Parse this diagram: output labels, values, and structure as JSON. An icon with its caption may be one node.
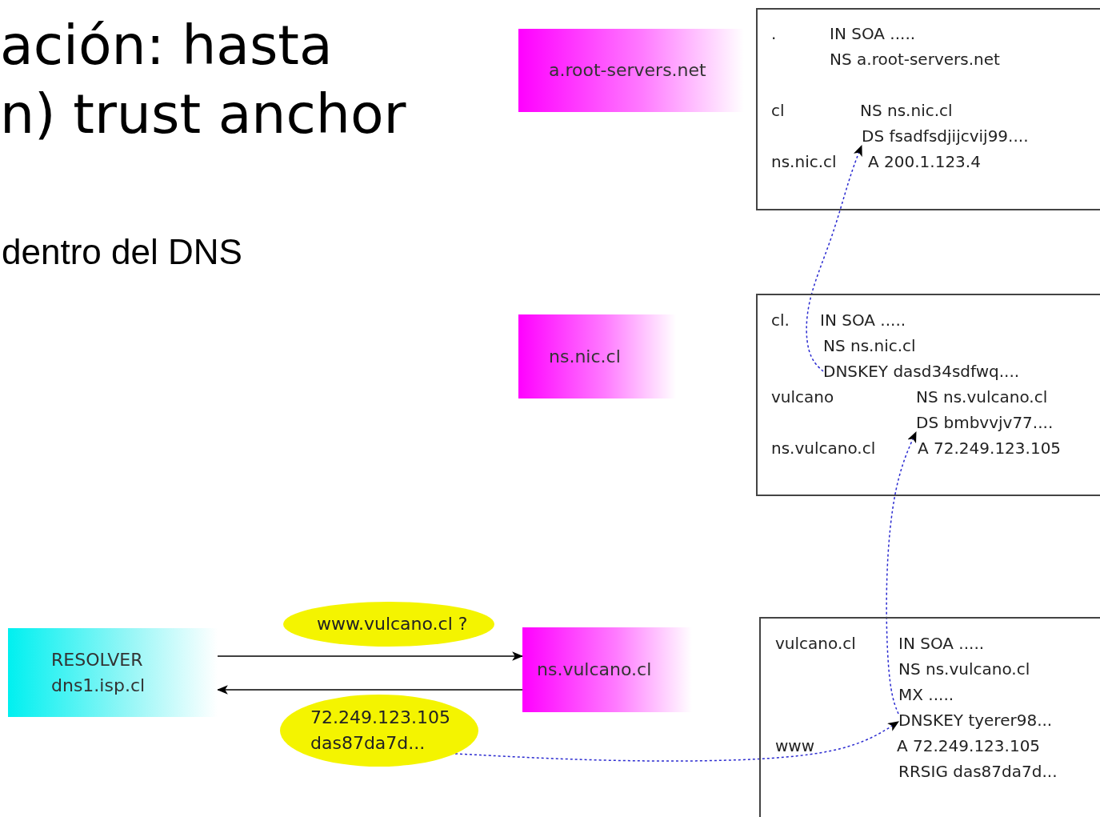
{
  "diagram": {
    "title": "ación: hasta n) trust anchor",
    "nodes": [
      {
        "text": [
          "a.root-servers.net"
        ]
      },
      {
        "text": [],
        "shape": "box"
      },
      {
        "text": [
          ".",
          "IN  SOA ....."
        ],
        "in": 1
      },
      {
        "text": [
          "NS a.root-servers.net"
        ],
        "in": 1
      },
      {
        "text": [
          "cl",
          "NS ns.nic.cl"
        ],
        "in": 1
      },
      {
        "text": [
          "DS fsadfsdjijcvij99...."
        ],
        "in": 1
      },
      {
        "text": [
          "ns.nic.cl",
          "A   200.1.123.4"
        ],
        "in": 1
      },
      {
        "text": [
          "ns.nic.cl"
        ]
      },
      {
        "text": [],
        "shape": "box"
      },
      {
        "text": [
          "cl.",
          "IN  SOA ....."
        ],
        "in": 8
      },
      {
        "text": [
          "NS ns.nic.cl"
        ],
        "in": 8
      },
      {
        "text": [
          "DNSKEY  dasd34sdfwq...."
        ],
        "in": 8
      },
      {
        "text": [
          "vulcano",
          "NS ns.vulcano.cl"
        ],
        "in": 8
      },
      {
        "text": [
          "DS bmbvvjv77...."
        ],
        "in": 8
      },
      {
        "text": [
          "ns.vulcano.cl",
          "A  72.249.123.105"
        ],
        "in": 8
      },
      {
        "text": [
          "RESOLVER",
          "dns1.isp.cl"
        ]
      },
      {
        "text": [
          "www.vulcano.cl ?"
        ]
      },
      {
        "text": [
          "ns.vulcano.cl"
        ]
      },
      {
        "text": [
          "72.249.123.105",
          "das87da7d..."
        ]
      },
      {
        "text": [],
        "shape": "box"
      },
      {
        "text": [
          "vulcano.cl",
          "IN  SOA ....."
        ],
        "in": 19
      },
      {
        "text": [
          "NS ns.vulcano.cl"
        ],
        "in": 19
      },
      {
        "text": [
          "MX ....."
        ],
        "in": 19
      },
      {
        "text": [
          "DNSKEY tyerer98..."
        ],
        "in": 19
      },
      {
        "text": [
          "www",
          "A   72.249.123.105"
        ],
        "in": 19
      },
      {
        "text": [
          "RRSIG das87da7d..."
        ],
        "in": 19
      }
    ],
    "edges": [
      {
        "from": 15,
        "to": 17,
        "arrow": "to",
        "color": "#000000"
      },
      {
        "from": 17,
        "to": 15,
        "arrow": "to",
        "color": "#000000"
      },
      {
        "from": 18,
        "to": 23,
        "arrow": "to",
        "style": "dashed",
        "color": "#2a2ad0"
      },
      {
        "from": 23,
        "to": 13,
        "arrow": "to",
        "style": "dashed",
        "color": "#2a2ad0"
      },
      {
        "from": 11,
        "to": 5,
        "arrow": "to",
        "style": "dashed",
        "color": "#2a2ad0"
      }
    ],
    "labels": [
      "dentro del DNS"
    ]
  }
}
